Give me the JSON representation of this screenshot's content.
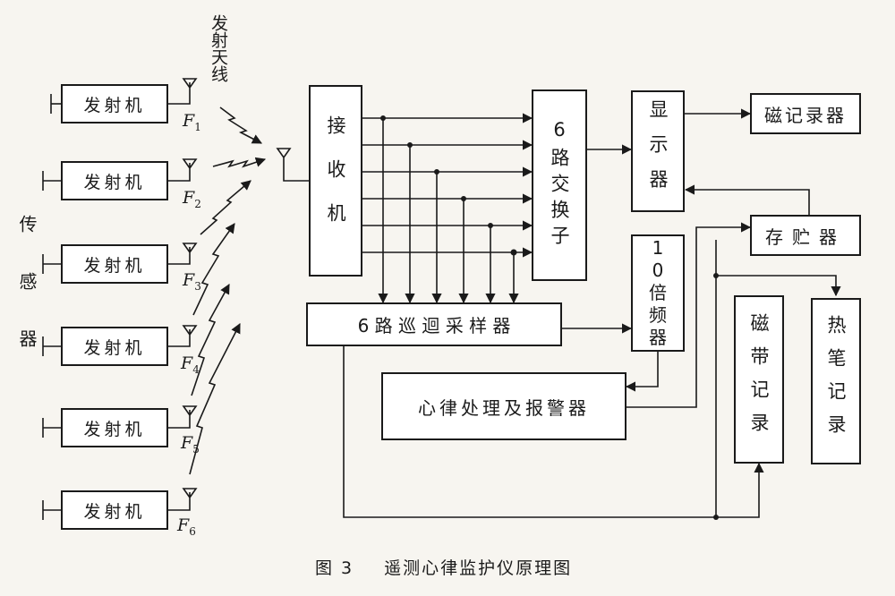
{
  "transmitters": [
    {
      "label": "发射机",
      "freq": "F",
      "freq_sub": "1"
    },
    {
      "label": "发射机",
      "freq": "F",
      "freq_sub": "2"
    },
    {
      "label": "发射机",
      "freq": "F",
      "freq_sub": "3"
    },
    {
      "label": "发射机",
      "freq": "F",
      "freq_sub": "4"
    },
    {
      "label": "发射机",
      "freq": "F",
      "freq_sub": "5"
    },
    {
      "label": "发射机",
      "freq": "F",
      "freq_sub": "6"
    }
  ],
  "sensor_label": "传感器",
  "antenna_label": "发射天线",
  "receiver": "接收机",
  "switch": "6路交换子",
  "display": "显示器",
  "magnetic_recorder": "磁记录器",
  "storage": "存贮器",
  "multiplier": "10倍频器",
  "sampler": "6 路 巡 迴 采 样 器",
  "heart_processor": "心律处理及报警器",
  "tape_record": "磁带记录",
  "thermal_record": "热笔记录",
  "caption": {
    "fig": "图 3",
    "title": "遥测心律监护仪原理图"
  }
}
